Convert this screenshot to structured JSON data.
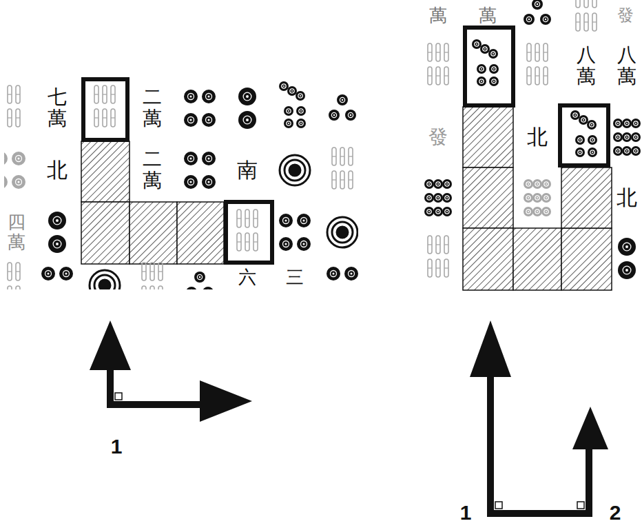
{
  "diagram": {
    "labels": [
      "七萬",
      "二萬",
      "北",
      "二萬",
      "南",
      "四萬",
      "六",
      "三",
      "萬",
      "萬",
      "發",
      "八萬",
      "八萬",
      "發",
      "北",
      "北",
      "1",
      "1",
      "2"
    ]
  }
}
